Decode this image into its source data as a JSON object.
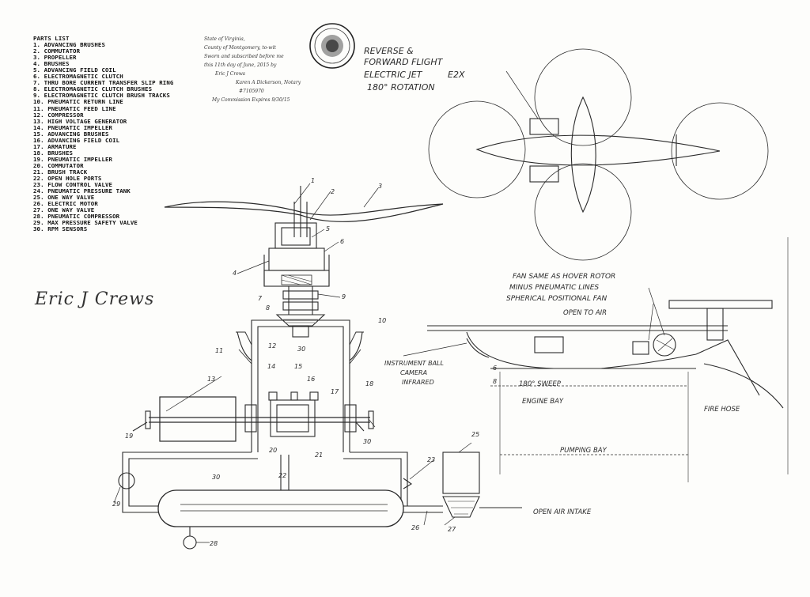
{
  "parts_list": {
    "title": "PARTS LIST",
    "items": [
      "1. ADVANCING BRUSHES",
      "2. COMMUTATOR",
      "3. PROPELLER",
      "4. BRUSHES",
      "5. ADVANCING FIELD COIL",
      "6. ELECTROMAGNETIC CLUTCH",
      "7. THRU BORE CURRENT TRANSFER SLIP RING",
      "8. ELECTROMAGNETIC CLUTCH BRUSHES",
      "9. ELECTROMAGNETIC CLUTCH BRUSH TRACKS",
      "10. PNEUMATIC RETURN LINE",
      "11. PNEUMATIC FEED LINE",
      "12. COMPRESSOR",
      "13. HIGH VOLTAGE GENERATOR",
      "14. PNEUMATIC IMPELLER",
      "15. ADVANCING BRUSHES",
      "16. ADVANCING FIELD COIL",
      "17. ARMATURE",
      "18. BRUSHES",
      "19. PNEUMATIC IMPELLER",
      "20. COMMUTATOR",
      "21. BRUSH TRACK",
      "22. OPEN HOLE PORTS",
      "23. FLOW CONTROL VALVE",
      "24. PNEUMATIC PRESSURE TANK",
      "25. ONE WAY VALVE",
      "26. ELECTRIC MOTOR",
      "27. ONE WAY VALVE",
      "28. PNEUMATIC COMPRESSOR",
      "29. MAX PRESSURE SAFETY VALVE",
      "30. RPM SENSORS"
    ]
  },
  "notary": {
    "lines": [
      "State of Virginia,",
      "County of Montgomery, to-wit",
      "Sworn and subscribed before me",
      "this 11th day of June, 2015 by",
      "Eric J Crews",
      "Karen A Dickerson, Notary",
      "#7105970",
      "My Commission Expires 9/30/15"
    ]
  },
  "signature": "Eric J Crews",
  "labels": {
    "flight_title": [
      "REVERSE &",
      "FORWARD FLIGHT",
      "ELECTRIC JET",
      "180° ROTATION"
    ],
    "flight_tag": "E2X",
    "fan_note": [
      "FAN SAME AS HOVER ROTOR",
      "MINUS PNEUMATIC LINES",
      "SPHERICAL POSITIONAL FAN"
    ],
    "open_to_air": "OPEN TO AIR",
    "instrument_ball": [
      "INSTRUMENT BALL",
      "CAMERA",
      "INFRARED"
    ],
    "sweep": "180° SWEEP",
    "engine_bay": "ENGINE BAY",
    "pumping_bay": "PUMPING BAY",
    "fire_hose": "FIRE HOSE",
    "open_air_intake": "OPEN AIR INTAKE",
    "side_marks": [
      "6",
      "8"
    ]
  },
  "callouts": [
    "1",
    "2",
    "3",
    "4",
    "5",
    "6",
    "7",
    "8",
    "9",
    "10",
    "11",
    "12",
    "30",
    "13",
    "14",
    "15",
    "16",
    "17",
    "18",
    "19",
    "30",
    "20",
    "21",
    "30",
    "22",
    "29",
    "23",
    "25",
    "26",
    "27",
    "28",
    "27"
  ]
}
